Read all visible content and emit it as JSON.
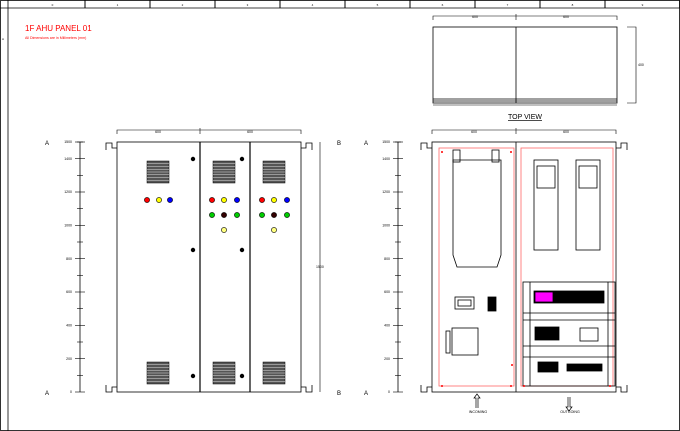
{
  "title": "1F AHU PANEL 01",
  "subtitle": "All Dimensions are in Millimeters (mm)",
  "frame_columns": [
    "0",
    "1",
    "2",
    "3",
    "4",
    "5",
    "6",
    "7",
    "8",
    "9"
  ],
  "frame_row_label": "A",
  "top_view": {
    "label": "TOP VIEW",
    "width_dims": [
      "600",
      "600"
    ],
    "depth_dim": "400"
  },
  "front_view": {
    "width_dims": [
      "600",
      "600"
    ],
    "height_dim": "1500",
    "section_left": "A",
    "section_right": "B",
    "scale_ticks": [
      "0",
      "200",
      "400",
      "600",
      "800",
      "1000",
      "1200",
      "1400",
      "1500"
    ]
  },
  "internal_view": {
    "width_dims": [
      "600",
      "600"
    ],
    "section_left": "A",
    "scale_ticks": [
      "0",
      "200",
      "400",
      "600",
      "800",
      "1000",
      "1200",
      "1400",
      "1500"
    ],
    "incoming_label": "INCOMING",
    "outgoing_label": "OUTGOING"
  },
  "colors": {
    "title": "#ff0000",
    "line": "#000000",
    "accent_pink": "#ff00ff",
    "mount_plate": "#ff6666"
  }
}
